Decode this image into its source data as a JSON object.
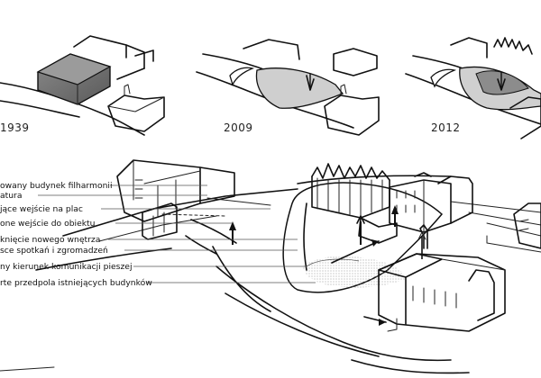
{
  "timeline": {
    "years": [
      "1939",
      "2009",
      "2012"
    ]
  },
  "legend": {
    "items": [
      "owany budynek filharmonii",
      "atura",
      "jące wejście na plac",
      "one wejście do obiektu",
      "knięcie nowego wnętrza",
      "sce spotkań i zgromadzeń",
      "ny kierunek komunikacji pieszej",
      "rte przedpola istniejących budynków"
    ]
  },
  "colors": {
    "ink": "#111111",
    "building_fill_dark": "#6e6e6e",
    "plaza_fill": "#c9c9c9",
    "stipple": "#9a9a9a",
    "background": "#ffffff"
  }
}
